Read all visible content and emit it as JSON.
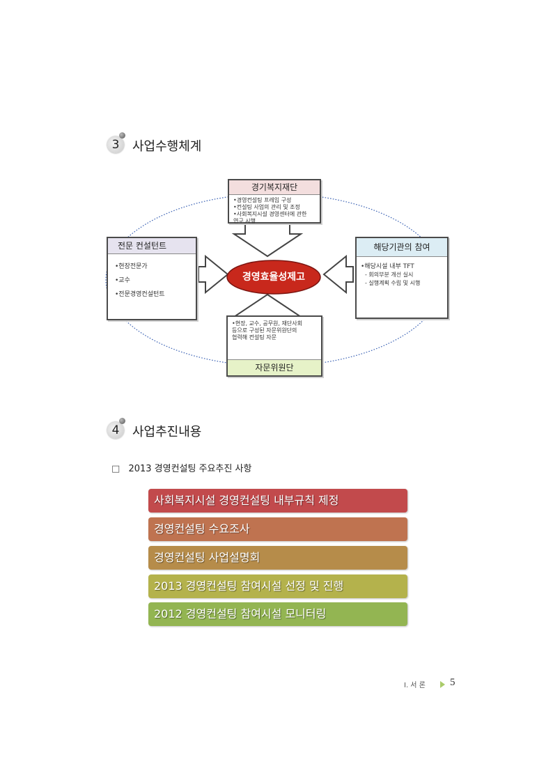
{
  "section3": {
    "number": "3",
    "title": "사업수행체계"
  },
  "diagram": {
    "center": "경영효율성제고",
    "top": {
      "title": "경기복지재단",
      "items": [
        "•경영컨설팅 프레임 구성",
        "•컨설팅 사업의 관리 및 조정",
        "•사회복지시설 경영센터에 관한",
        "연구 시행"
      ]
    },
    "left": {
      "title": "전문 컨설턴트",
      "items": [
        "•현장전문가",
        "•교수",
        "•전문경영컨설턴트"
      ]
    },
    "right": {
      "title": "해당기관의 참여",
      "items": [
        "•해당시설 내부 TFT",
        "- 회의부분 개선 실시",
        "- 실행계획 수립 및 시행"
      ]
    },
    "bottom": {
      "title": "자문위원단",
      "items": [
        "•현장, 교수, 공무원, 재단사회",
        "등으로 구성된 자문위원단의",
        "협력해 컨설팅 자문"
      ]
    },
    "colors": {
      "top_head": "#f3dede",
      "left_head": "#e6e3ef",
      "right_head": "#dcedf4",
      "bottom_head": "#e6f2c8",
      "center": "#c8281c"
    }
  },
  "section4": {
    "number": "4",
    "title": "사업추진내용"
  },
  "subheading": {
    "marker": "□",
    "text": "2013 경영컨설팅 주요추진 사항"
  },
  "items": [
    {
      "label": "사회복지시설 경영컨설팅 내부규칙 제정",
      "color": "#c24a4c"
    },
    {
      "label": "경영컨설팅 수요조사",
      "color": "#bf7350"
    },
    {
      "label": "경영컨설팅 사업설명회",
      "color": "#b68c4a"
    },
    {
      "label": "2013 경영컨설팅 참여시설 선정 및 진행",
      "color": "#b4b24c"
    },
    {
      "label": "2012 경영컨설팅 참여시설 모니터링",
      "color": "#93b552"
    }
  ],
  "footer": {
    "section": "Ⅰ. 서 론",
    "page": "5"
  }
}
